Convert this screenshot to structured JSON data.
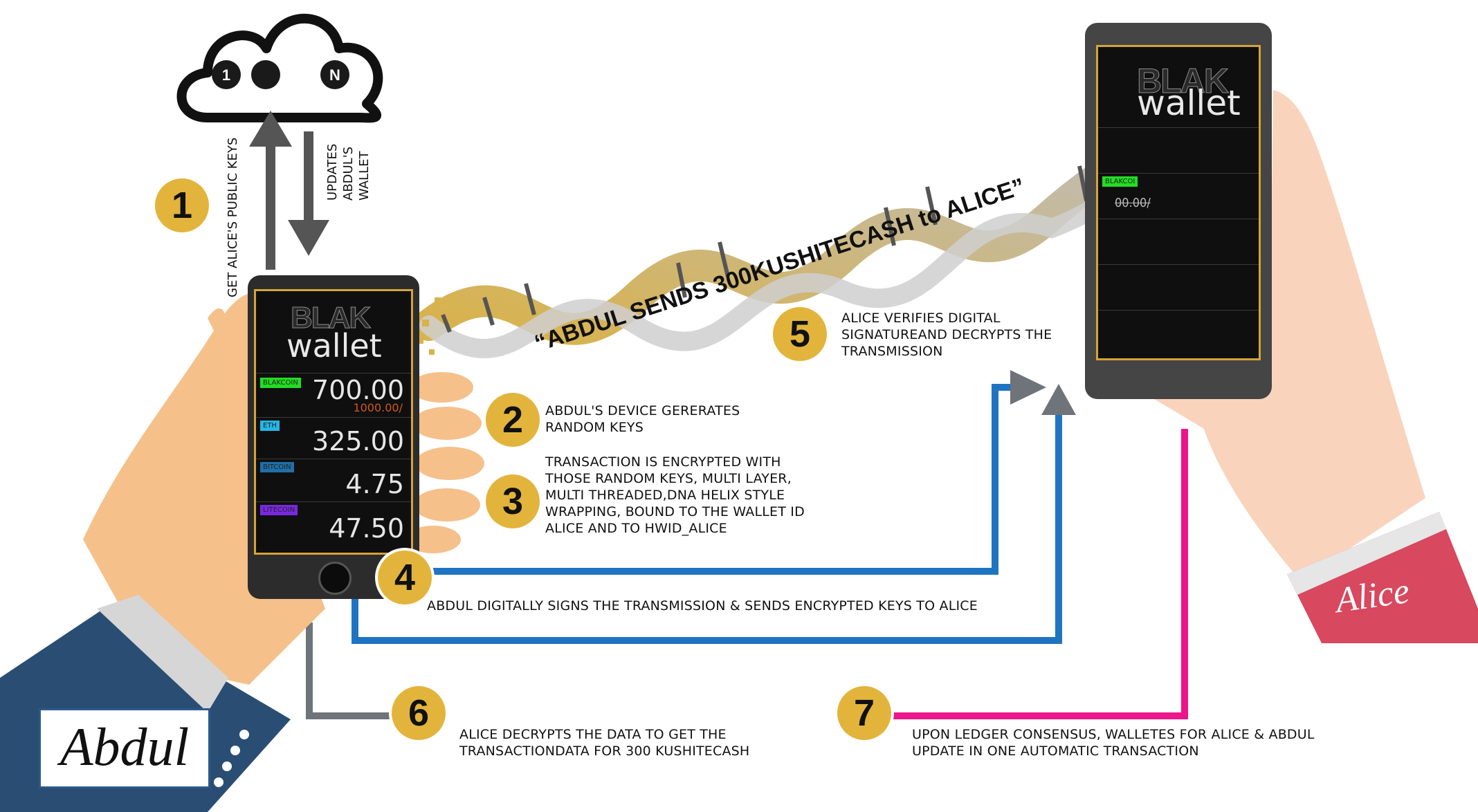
{
  "headline": "“ABDUL SENDS 300KUSHITECASH to ALICE”",
  "cloud": {
    "node_a": "1",
    "node_b": "N"
  },
  "vertical_labels": {
    "get_keys": "GET ALICE'S PUBLIC KEYS",
    "updates_line1": "UPDATES",
    "updates_line2": "ABDUL'S",
    "updates_line3": "WALLET"
  },
  "steps": [
    {
      "num": "1",
      "text": ""
    },
    {
      "num": "2",
      "text": "ABDUL'S DEVICE GERERATES RANDOM KEYS"
    },
    {
      "num": "3",
      "text": "TRANSACTION IS ENCRYPTED WITH THOSE RANDOM KEYS, MULTI LAYER, MULTI THREADED,DNA HELIX STYLE WRAPPING, BOUND TO THE WALLET ID ALICE AND TO HWID_ALICE"
    },
    {
      "num": "4",
      "text": "ABDUL DIGITALLY SIGNS THE TRANSMISSION & SENDS ENCRYPTED KEYS TO ALICE"
    },
    {
      "num": "5",
      "text": "ALICE VERIFIES DIGITAL SIGNATUREAND DECRYPTS THE TRANSMISSION"
    },
    {
      "num": "6",
      "text": "ALICE DECRYPTS THE DATA TO GET THE TRANSACTIONDATA FOR 300 KUSHITECASH"
    },
    {
      "num": "7",
      "text": "UPON LEDGER CONSENSUS, WALLETES FOR ALICE & ABDUL UPDATE IN ONE AUTOMATIC TRANSACTION"
    }
  ],
  "abdul_phone": {
    "logo": "BLAK",
    "brand": "wallet",
    "rows": [
      {
        "tag": "BLAKCOIN",
        "amount": "700.00",
        "sub": "1000.00/",
        "tag_color": "#22dd22"
      },
      {
        "tag": "ETH",
        "amount": "325.00",
        "sub": "",
        "tag_color": "#26b6e4"
      },
      {
        "tag": "BITCOIN",
        "amount": "4.75",
        "sub": "",
        "tag_color": "#1f6fa8"
      },
      {
        "tag": "LITECOIN",
        "amount": "47.50",
        "sub": "",
        "tag_color": "#7a28e0"
      }
    ]
  },
  "alice_phone": {
    "logo": "BLAK",
    "brand": "wallet",
    "tag": "BLAKCOI",
    "tag_color": "#22dd22",
    "amount": "00.00/"
  },
  "names": {
    "abdul": "Abdul",
    "alice": "Alice"
  },
  "colors": {
    "gold": "#e3b43c",
    "blue_line": "#1f74c2",
    "grey_line": "#6e7479",
    "pink_line": "#ec168c",
    "sleeve_blue": "#2a4d73",
    "cuff_pink": "#d8485e",
    "skin": "#f5c08a"
  }
}
